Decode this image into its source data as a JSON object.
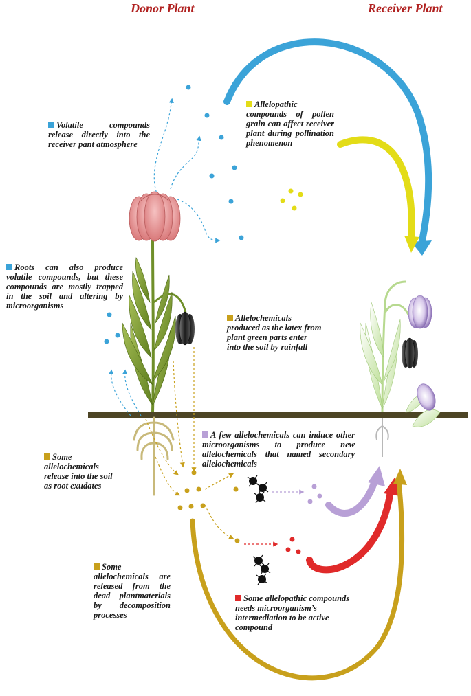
{
  "headers": {
    "donor": "Donor Plant",
    "receiver": "Receiver Plant"
  },
  "colors": {
    "header": "#b0201f",
    "volatile": "#3ba3d8",
    "pollen": "#e3dc17",
    "latex": "#c8a01c",
    "secondary": "#b8a0d6",
    "microbial": "#e02a2a",
    "soil_line": "#4d4525"
  },
  "notes": {
    "volatile": "Volatile compounds release directly into the receiver pant atmosphere",
    "pollen": "Allelopathic compounds of pollen grain can affect receiver plant during pollination phenomenon",
    "roots": "Roots can also produce volatile compounds, but these compounds are mostly trapped in the soil and altering by microorganisms",
    "latex": "Allelochemicals produced as the latex from plant green parts enter into the soil by rainfall",
    "secondary": "A few allelochemicals can induce other microorganisms to produce new allelochemicals that named secondary allelochemicals",
    "exudates": "Some allelochemicals release into the soil as root exudates",
    "decomposition": "Some allelochemicals are released from the dead plantmaterials by decomposition processes",
    "intermediation": "Some allelopathic compounds needs microorganism’s intermediation to be active compound"
  }
}
